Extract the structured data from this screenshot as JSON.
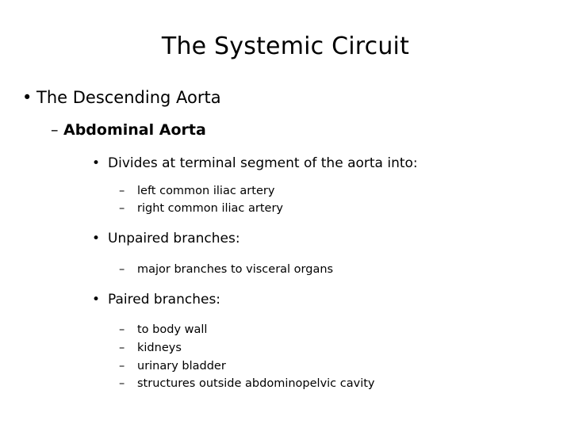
{
  "slide": {
    "title": "The Systemic Circuit",
    "bullets": {
      "level1": "The Descending Aorta",
      "level2": "Abdominal Aorta",
      "level3_a": "Divides at terminal segment of the aorta into:",
      "level4_a1": "left common iliac artery",
      "level4_a2": "right common iliac artery",
      "level3_b": "Unpaired branches:",
      "level4_b1": "major branches to visceral organs",
      "level3_c": "Paired branches:",
      "level4_c1": "to body wall",
      "level4_c2": "kidneys",
      "level4_c3": "urinary bladder",
      "level4_c4": "structures outside abdominopelvic cavity"
    },
    "markers": {
      "disc": "•",
      "dash": "–"
    }
  }
}
